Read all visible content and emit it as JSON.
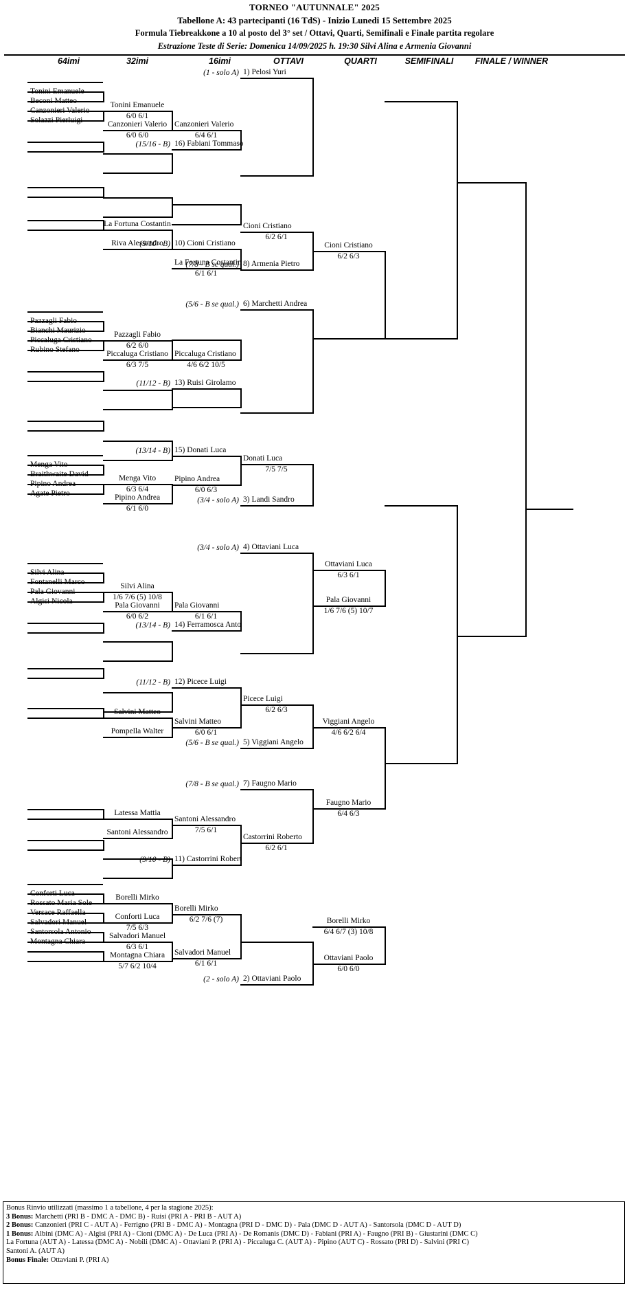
{
  "header": {
    "line1": "TORNEO  \"AUTUNNALE\" 2025",
    "line2": "Tabellone A: 43 partecipanti (16 TdS) - Inizio Lunedi 15 Settembre 2025",
    "line3": "Formula Tiebreakkone a 10 al posto del 3° set / Ottavi, Quarti, Semifinali e Finale partita regolare",
    "line4": "Estrazione Teste di Serie: Domenica 14/09/2025 h. 19:30 Silvi Alina e Armenia Giovanni"
  },
  "columns": [
    {
      "label": "64imi"
    },
    {
      "label": "32imi"
    },
    {
      "label": "16imi"
    },
    {
      "label": "OTTAVI"
    },
    {
      "label": "QUARTI"
    },
    {
      "label": "SEMIFINALI"
    },
    {
      "label": "FINALE / WINNER"
    }
  ],
  "r64": [
    {
      "id": "r64-1",
      "name": "Tonini Emanuele"
    },
    {
      "id": "r64-2",
      "name": "Beconi Matteo"
    },
    {
      "id": "r64-3",
      "name": "Canzonieri Valerio"
    },
    {
      "id": "r64-4",
      "name": "Solazzi Pierluigi"
    },
    {
      "id": "r64-5",
      "name": ""
    },
    {
      "id": "r64-6",
      "name": ""
    },
    {
      "id": "r64-7",
      "name": ""
    },
    {
      "id": "r64-8",
      "name": ""
    },
    {
      "id": "r64-9",
      "name": ""
    },
    {
      "id": "r64-10",
      "name": ""
    },
    {
      "id": "r64-11",
      "name": ""
    },
    {
      "id": "r64-12",
      "name": ""
    },
    {
      "id": "r64-13",
      "name": "Pazzagli Fabio"
    },
    {
      "id": "r64-14",
      "name": "Bianchi Maurizio"
    },
    {
      "id": "r64-15",
      "name": "Piccaluga Cristiano"
    },
    {
      "id": "r64-16",
      "name": "Rubino Stefano"
    },
    {
      "id": "r64-17",
      "name": ""
    },
    {
      "id": "r64-18",
      "name": ""
    },
    {
      "id": "r64-19",
      "name": ""
    },
    {
      "id": "r64-20",
      "name": ""
    },
    {
      "id": "r64-21",
      "name": ""
    },
    {
      "id": "r64-22",
      "name": ""
    },
    {
      "id": "r64-23",
      "name": "Menga Vito"
    },
    {
      "id": "r64-24",
      "name": "Braithwaite David"
    },
    {
      "id": "r64-25",
      "name": "Pipino Andrea"
    },
    {
      "id": "r64-26",
      "name": "Agate Pietro"
    },
    {
      "id": "r64-27",
      "name": "Silvi Alina"
    },
    {
      "id": "r64-28",
      "name": "Fontanelli Marco"
    },
    {
      "id": "r64-29",
      "name": "Pala Giovanni"
    },
    {
      "id": "r64-30",
      "name": "Algisi Nicola"
    },
    {
      "id": "r64-31",
      "name": ""
    },
    {
      "id": "r64-32",
      "name": ""
    },
    {
      "id": "r64-33",
      "name": ""
    },
    {
      "id": "r64-34",
      "name": ""
    },
    {
      "id": "r64-35",
      "name": ""
    },
    {
      "id": "r64-36",
      "name": ""
    },
    {
      "id": "r64-37",
      "name": ""
    },
    {
      "id": "r64-38",
      "name": ""
    },
    {
      "id": "r64-39",
      "name": ""
    },
    {
      "id": "r64-40",
      "name": ""
    },
    {
      "id": "r64-41",
      "name": ""
    },
    {
      "id": "r64-42",
      "name": ""
    },
    {
      "id": "r64-43",
      "name": "Conforti Luca"
    },
    {
      "id": "r64-44",
      "name": "Rossato Maria Sole"
    },
    {
      "id": "r64-45",
      "name": "Versace Raffaella"
    },
    {
      "id": "r64-46",
      "name": "Salvadori Manuel"
    },
    {
      "id": "r64-47",
      "name": "Santorsola Antonio"
    },
    {
      "id": "r64-48",
      "name": "Montagna Chiara"
    }
  ],
  "r32": [
    {
      "id": "r32-1",
      "name": "Tonini Emanuele",
      "score": "6/0  6/1"
    },
    {
      "id": "r32-2",
      "name": "Canzonieri Valerio",
      "score": "6/0  6/0"
    },
    {
      "id": "r32-3",
      "name": "La Fortuna Costantin",
      "score": ""
    },
    {
      "id": "r32-4",
      "name": "Riva Alessandro",
      "score": ""
    },
    {
      "id": "r32-5",
      "name": "Pazzagli Fabio",
      "score": "6/2  6/0"
    },
    {
      "id": "r32-6",
      "name": "Piccaluga Cristiano",
      "score": "6/3  7/5"
    },
    {
      "id": "r32-7",
      "name": "Menga Vito",
      "score": "6/3  6/4"
    },
    {
      "id": "r32-8",
      "name": "Pipino Andrea",
      "score": "6/1  6/0"
    },
    {
      "id": "r32-9",
      "name": "Silvi Alina",
      "score": "1/6  7/6 (5)  10/8"
    },
    {
      "id": "r32-10",
      "name": "Pala Giovanni",
      "score": "6/0  6/2"
    },
    {
      "id": "r32-11",
      "name": "Salvini Matteo",
      "score": ""
    },
    {
      "id": "r32-12",
      "name": "Pompella Walter",
      "score": ""
    },
    {
      "id": "r32-13",
      "name": "Latessa Mattia",
      "score": ""
    },
    {
      "id": "r32-14",
      "name": "Santoni Alessandro",
      "score": ""
    },
    {
      "id": "r32-15",
      "name": "Borelli Mirko",
      "score": ""
    },
    {
      "id": "r32-16",
      "name": "Conforti Luca",
      "score": "7/5  6/3"
    },
    {
      "id": "r32-17",
      "name": "Salvadori Manuel",
      "score": "6/3  6/1"
    },
    {
      "id": "r32-18",
      "name": "Montagna Chiara",
      "score": "5/7  6/2  10/4"
    }
  ],
  "r16": [
    {
      "id": "r16-1",
      "name": "Canzonieri Valerio",
      "score": "6/4  6/1",
      "tag": ""
    },
    {
      "id": "r16-2",
      "name": "16) Fabiani Tommaso",
      "score": "",
      "tag": "(15/16 - B)"
    },
    {
      "id": "r16-3",
      "name": "10) Cioni Cristiano",
      "score": "",
      "tag": "(9/10 - B)"
    },
    {
      "id": "r16-4",
      "name": "La Fortuna Costantin",
      "score": "6/1  6/1",
      "tag": ""
    },
    {
      "id": "r16-5",
      "name": "Piccaluga Cristiano",
      "score": "4/6  6/2  10/5",
      "tag": ""
    },
    {
      "id": "r16-6",
      "name": "13) Ruisi Girolamo",
      "score": "",
      "tag": "(11/12 - B)"
    },
    {
      "id": "r16-7",
      "name": "15) Donati Luca",
      "score": "",
      "tag": "(13/14 - B)"
    },
    {
      "id": "r16-8",
      "name": "Pipino Andrea",
      "score": "6/0  6/3",
      "tag": ""
    },
    {
      "id": "r16-9",
      "name": "Pala Giovanni",
      "score": "6/1  6/1",
      "tag": ""
    },
    {
      "id": "r16-10",
      "name": "14) Ferramosca Anto",
      "score": "",
      "tag": "(13/14 - B)"
    },
    {
      "id": "r16-11",
      "name": "12) Picece Luigi",
      "score": "",
      "tag": "(11/12 - B)"
    },
    {
      "id": "r16-12",
      "name": "Salvini Matteo",
      "score": "6/0  6/1",
      "tag": ""
    },
    {
      "id": "r16-13",
      "name": "Santoni Alessandro",
      "score": "7/5  6/1",
      "tag": ""
    },
    {
      "id": "r16-14",
      "name": "11) Castorrini Robert",
      "score": "",
      "tag": "(9/10 - B)"
    },
    {
      "id": "r16-15",
      "name": "Borelli Mirko",
      "score": "6/2  7/6 (7)",
      "tag": ""
    },
    {
      "id": "r16-16",
      "name": "Salvadori Manuel",
      "score": "6/1  6/1",
      "tag": ""
    }
  ],
  "ottavi": [
    {
      "id": "ott-1",
      "name": "1) Pelosi Yuri",
      "score": "",
      "tag": "(1 - solo A)"
    },
    {
      "id": "ott-2",
      "name": "Cioni Cristiano",
      "score": "6/2  6/1",
      "tag": ""
    },
    {
      "id": "ott-3",
      "name": "8) Armenia Pietro",
      "score": "",
      "tag": "(7/8 - B se qual.)"
    },
    {
      "id": "ott-4",
      "name": "6) Marchetti Andrea",
      "score": "",
      "tag": "(5/6 - B se qual.)"
    },
    {
      "id": "ott-5",
      "name": "Donati Luca",
      "score": "7/5  7/5",
      "tag": ""
    },
    {
      "id": "ott-6",
      "name": "3) Landi Sandro",
      "score": "",
      "tag": "(3/4 - solo A)"
    },
    {
      "id": "ott-7",
      "name": "4) Ottaviani Luca",
      "score": "",
      "tag": "(3/4 - solo A)"
    },
    {
      "id": "ott-8",
      "name": "Picece Luigi",
      "score": "6/2  6/3",
      "tag": ""
    },
    {
      "id": "ott-9",
      "name": "5) Viggiani Angelo",
      "score": "",
      "tag": "(5/6 - B se qual.)"
    },
    {
      "id": "ott-10",
      "name": "7) Faugno Mario",
      "score": "",
      "tag": "(7/8 - B se qual.)"
    },
    {
      "id": "ott-11",
      "name": "Castorrini Roberto",
      "score": "6/2  6/1",
      "tag": ""
    },
    {
      "id": "ott-12",
      "name": "2) Ottaviani Paolo",
      "score": "",
      "tag": "(2 - solo A)"
    }
  ],
  "quarti": [
    {
      "id": "qf-1",
      "name": "Cioni Cristiano",
      "score": "6/2  6/3"
    },
    {
      "id": "qf-2",
      "name": "Pala Giovanni",
      "score": "1/6  7/6 (5)  10/7"
    },
    {
      "id": "qf-3",
      "name": "Ottaviani Luca",
      "score": "6/3  6/1"
    },
    {
      "id": "qf-4",
      "name": "Viggiani Angelo",
      "score": "4/6  6/2  6/4"
    },
    {
      "id": "qf-5",
      "name": "Faugno Mario",
      "score": "6/4  6/3"
    },
    {
      "id": "qf-6",
      "name": "Borelli Mirko",
      "score": "6/4  6/7 (3)  10/8"
    },
    {
      "id": "qf-7",
      "name": "Ottaviani Paolo",
      "score": "6/0  6/0"
    }
  ],
  "footer": {
    "title": "Bonus Rinvio utilizzati (massimo 1 a tabellone, 4 per la stagione 2025):",
    "lines": [
      {
        "label": "3 Bonus:",
        "text": " Marchetti (PRI B - DMC A - DMC B) - Ruisi (PRI A - PRI B - AUT A)"
      },
      {
        "label": "2 Bonus:",
        "text": " Canzonieri (PRI C - AUT A) - Ferrigno (PRI B - DMC A) - Montagna (PRI D - DMC D) - Pala (DMC D - AUT A)  -  Santorsola (DMC D - AUT D)"
      },
      {
        "label": "1 Bonus:",
        "text": " Albini (DMC A) - Algisi (PRI A) - Cioni (DMC A) - De Luca (PRI A) - De Romanis (DMC D) - Fabiani (PRI A) - Faugno (PRI B)  -  Giustarini (DMC C)"
      },
      {
        "label": "",
        "text": "La Fortuna (AUT A) - Latessa (DMC A) - Nobili (DMC A) - Ottaviani P. (PRI A) - Piccaluga C. (AUT A) - Pipino (AUT C) - Rossato (PRI D) - Salvini (PRI C)"
      },
      {
        "label": "",
        "text": "Santoni A. (AUT A)"
      },
      {
        "label": "Bonus Finale:",
        "text": " Ottaviani P. (PRI A)"
      }
    ]
  }
}
